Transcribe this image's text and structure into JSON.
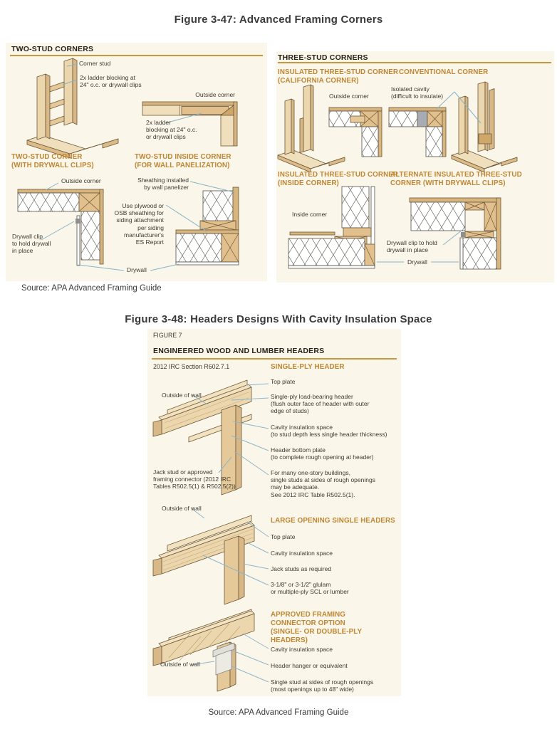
{
  "colors": {
    "panel_bg": "#faf6e9",
    "accent_orange": "#bf8634",
    "rule_orange": "#c9973f",
    "leader_blue": "#85b4c9",
    "wood": "#ecd6ae"
  },
  "page": {
    "fig47_title": "Figure 3-47: Advanced Framing Corners",
    "fig48_title": "Figure 3-48: Headers Designs With Cavity Insulation Space",
    "source_47": "Source: APA Advanced Framing Guide",
    "source_48": "Source: APA Advanced Framing Guide"
  },
  "two_stud": {
    "header": "TWO-STUD CORNERS",
    "corner_stud": "Corner stud",
    "ladder_top": [
      "2x ladder blocking at",
      "24\" o.c. or drywall clips"
    ],
    "outside_corner_top": "Outside corner",
    "ladder_right": [
      "2x ladder",
      "blocking at 24\" o.c.",
      "or drywall clips"
    ],
    "caption_left": [
      "TWO-STUD CORNER",
      "(WITH DRYWALL CLIPS)"
    ],
    "caption_right": [
      "TWO-STUD INSIDE CORNER",
      "(FOR WALL PANELIZATION)"
    ],
    "outside_corner_bottom": "Outside corner",
    "drywall_clip": [
      "Drywall clip",
      "to hold drywall",
      "in place"
    ],
    "sheathing": [
      "Sheathing installed",
      "by wall panelizer"
    ],
    "use_plywood": [
      "Use plywood or",
      "OSB sheathing for",
      "siding attachment",
      "per siding",
      "manufacturer's",
      "ES Report"
    ],
    "drywall": "Drywall"
  },
  "three_stud": {
    "header": "THREE-STUD CORNERS",
    "caption_california": [
      "INSULATED THREE-STUD CORNER",
      "(CALIFORNIA CORNER)"
    ],
    "caption_conventional": "CONVENTIONAL CORNER",
    "outside_corner": "Outside corner",
    "isolated_cavity": [
      "Isolated cavity",
      "(difficult to insulate)"
    ],
    "caption_inside": [
      "INSULATED THREE-STUD CORNER",
      "(INSIDE CORNER)"
    ],
    "caption_alternate": [
      "ALTERNATE INSULATED THREE-STUD",
      "CORNER (WITH DRYWALL CLIPS)"
    ],
    "inside_corner": "Inside corner",
    "drywall_clip": [
      "Drywall clip to hold",
      "drywall in place"
    ],
    "drywall": "Drywall"
  },
  "headers": {
    "figure_no": "FIGURE 7",
    "band_title": "ENGINEERED WOOD AND LUMBER HEADERS",
    "irc_ref": "2012 IRC Section R602.7.1",
    "single_ply_caption": "SINGLE-PLY HEADER",
    "sp_top_plate": "Top plate",
    "sp_header": [
      "Single-ply load-bearing header",
      "(flush outer face of header with outer",
      "edge of studs)"
    ],
    "sp_cavity": [
      "Cavity insulation space",
      "(to stud depth less single header thickness)"
    ],
    "sp_bottom_plate": [
      "Header bottom plate",
      "(to complete rough opening at header)"
    ],
    "sp_note": [
      "For many one-story buildings,",
      "single studs at sides of rough openings",
      "may be adequate.",
      "See 2012 IRC Table R502.5(1)."
    ],
    "outside_wall_1": "Outside of wall",
    "jack_stud": [
      "Jack stud or approved",
      "framing connector (2012 IRC",
      "Tables R502.5(1) & R502.5(2))"
    ],
    "outside_wall_2": "Outside of wall",
    "large_caption": "LARGE OPENING SINGLE HEADERS",
    "lo_top_plate": "Top plate",
    "lo_cavity": "Cavity insulation space",
    "lo_jack": "Jack studs as required",
    "lo_glulam": [
      "3-1/8\" or 3-1/2\" glulam",
      "or multiple-ply SCL or lumber"
    ],
    "conn_caption": [
      "APPROVED FRAMING",
      "CONNECTOR OPTION",
      "(SINGLE- OR DOUBLE-PLY HEADERS)"
    ],
    "cn_cavity": "Cavity insulation space",
    "cn_hanger": "Header hanger or equivalent",
    "cn_single_stud": [
      "Single stud at sides of rough openings",
      "(most openings up to 48\" wide)"
    ],
    "outside_wall_3": "Outside of wall"
  }
}
